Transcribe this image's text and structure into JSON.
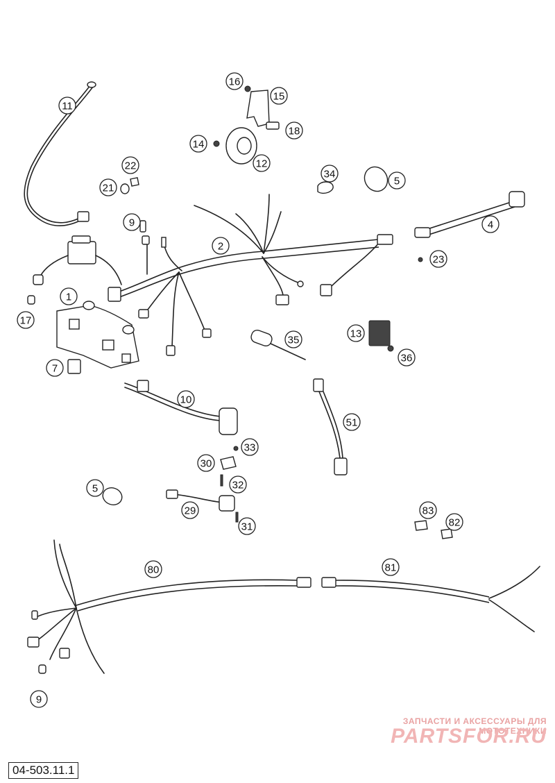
{
  "callouts": [
    "11",
    "16",
    "15",
    "18",
    "14",
    "12",
    "22",
    "21",
    "34",
    "5",
    "9",
    "2",
    "4",
    "23",
    "1",
    "17",
    "13",
    "35",
    "36",
    "7",
    "10",
    "51",
    "33",
    "30",
    "5",
    "32",
    "29",
    "31",
    "83",
    "82",
    "80",
    "81",
    "9"
  ],
  "reference_code": "04-503.11.1",
  "watermark": {
    "tagline": "ЗАПЧАСТИ И АКСЕССУАРЫ ДЛЯ МОТОТЕХНИКИ",
    "logo": "PARTSFOR.RU"
  }
}
